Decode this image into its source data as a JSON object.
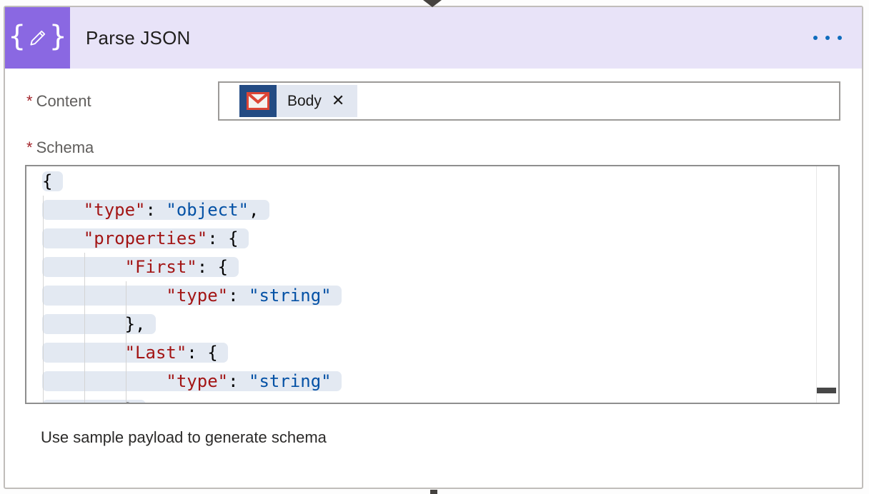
{
  "header": {
    "title": "Parse JSON",
    "icon": "braces-pencil-icon",
    "menu_icon": "ellipsis-menu-icon"
  },
  "fields": {
    "content": {
      "required_marker": "*",
      "label": "Content",
      "token": {
        "icon": "gmail-icon",
        "text": "Body",
        "remove_glyph": "✕"
      }
    },
    "schema": {
      "required_marker": "*",
      "label": "Schema",
      "code_lines": [
        {
          "segments": [
            {
              "style": "p",
              "text": "{"
            }
          ]
        },
        {
          "segments": [
            {
              "style": "p",
              "text": "    "
            },
            {
              "style": "k",
              "text": "\"type\""
            },
            {
              "style": "p",
              "text": ": "
            },
            {
              "style": "s",
              "text": "\"object\""
            },
            {
              "style": "p",
              "text": ","
            }
          ]
        },
        {
          "segments": [
            {
              "style": "p",
              "text": "    "
            },
            {
              "style": "k",
              "text": "\"properties\""
            },
            {
              "style": "p",
              "text": ": {"
            }
          ]
        },
        {
          "segments": [
            {
              "style": "p",
              "text": "        "
            },
            {
              "style": "k",
              "text": "\"First\""
            },
            {
              "style": "p",
              "text": ": {"
            }
          ]
        },
        {
          "segments": [
            {
              "style": "p",
              "text": "            "
            },
            {
              "style": "k",
              "text": "\"type\""
            },
            {
              "style": "p",
              "text": ": "
            },
            {
              "style": "s",
              "text": "\"string\""
            }
          ]
        },
        {
          "segments": [
            {
              "style": "p",
              "text": "        },"
            }
          ]
        },
        {
          "segments": [
            {
              "style": "p",
              "text": "        "
            },
            {
              "style": "k",
              "text": "\"Last\""
            },
            {
              "style": "p",
              "text": ": {"
            }
          ]
        },
        {
          "segments": [
            {
              "style": "p",
              "text": "            "
            },
            {
              "style": "k",
              "text": "\"type\""
            },
            {
              "style": "p",
              "text": ": "
            },
            {
              "style": "s",
              "text": "\"string\""
            }
          ]
        },
        {
          "segments": [
            {
              "style": "p",
              "text": "        }"
            }
          ]
        }
      ]
    }
  },
  "footer": {
    "sample_link": "Use sample payload to generate schema"
  },
  "colors": {
    "header_bg": "#e8e3f8",
    "action_purple": "#8a68e2",
    "menu_dot_blue": "#0f6cbd",
    "required_red": "#a4262c",
    "token_badge_navy": "#234b83",
    "token_pill_bg": "#e2e7f1",
    "code_key": "#a31515",
    "code_string": "#0451a5",
    "code_selection_bg": "#e3e9f2",
    "connector_gray": "#45423f"
  }
}
